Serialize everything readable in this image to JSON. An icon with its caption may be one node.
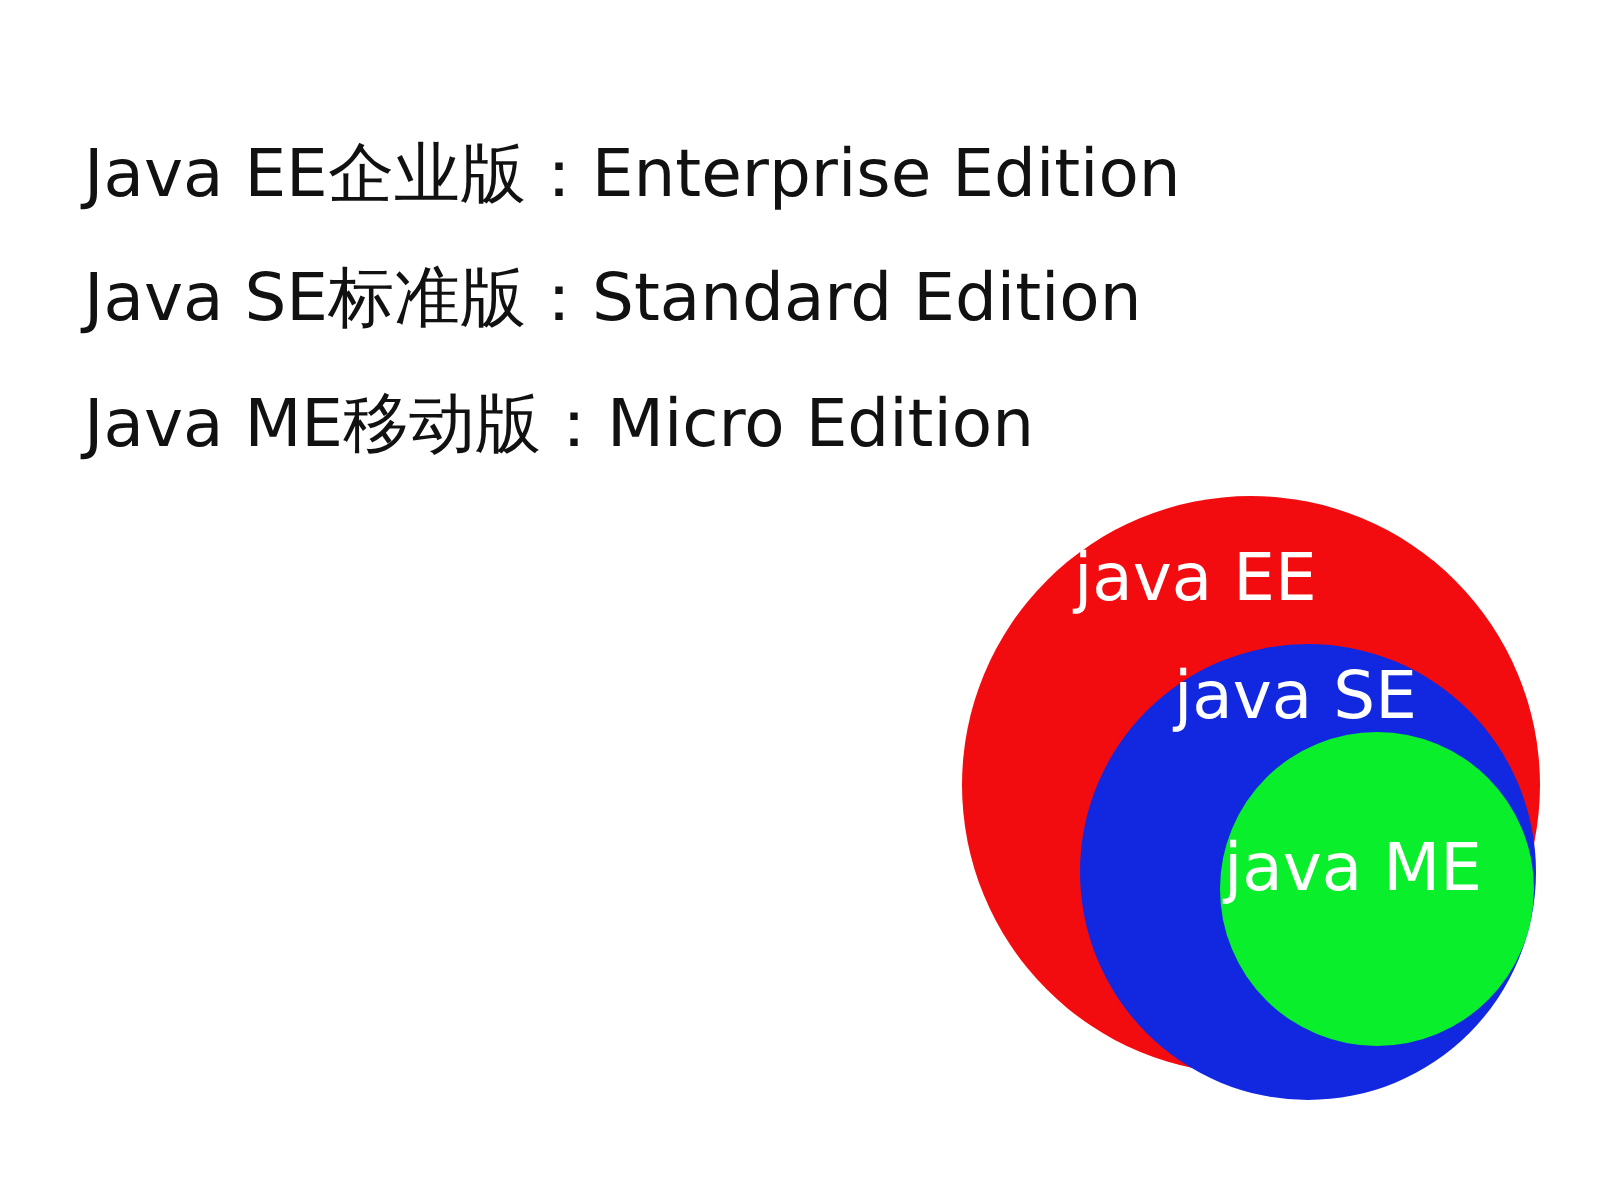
{
  "diagram": {
    "nodes": [
      {
        "text": [
          "java EE"
        ]
      },
      {
        "text": [
          "java SE"
        ],
        "in": 0
      },
      {
        "text": [
          "java ME"
        ],
        "in": 1
      }
    ],
    "labels": [
      "Java EE企业版：Enterprise Edition",
      "Java SE标准版：Standard Edition",
      "Java ME移动版：Micro Edition"
    ]
  }
}
